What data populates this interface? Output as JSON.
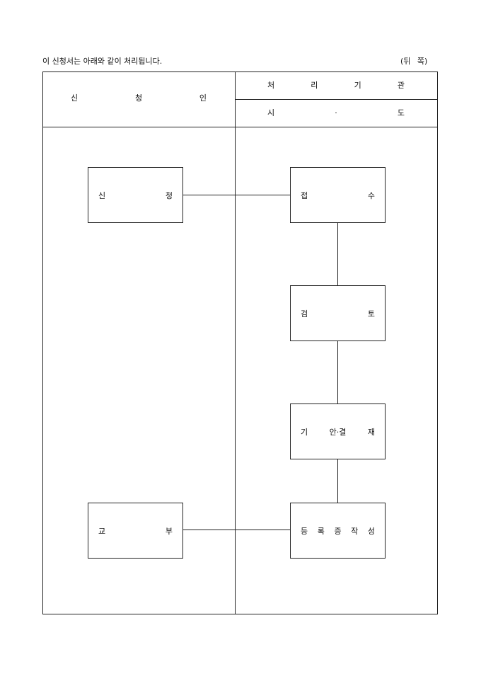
{
  "intro": "이 신청서는 아래와 같이 처리됩니다.",
  "side": "(뒤 쪽)",
  "header": {
    "applicant": [
      "신",
      "청",
      "인"
    ],
    "agency": [
      "처",
      "리",
      "기",
      "관"
    ],
    "region": [
      "시",
      "·",
      "도"
    ]
  },
  "applicant_steps": {
    "apply": [
      "신",
      "청"
    ],
    "issue": [
      "교",
      "부"
    ]
  },
  "agency_steps": {
    "receive": [
      "접",
      "수"
    ],
    "review": [
      "검",
      "토"
    ],
    "approve": [
      "기",
      "안·결",
      "재"
    ],
    "register": [
      "등",
      "록",
      "증",
      "작",
      "성"
    ]
  }
}
